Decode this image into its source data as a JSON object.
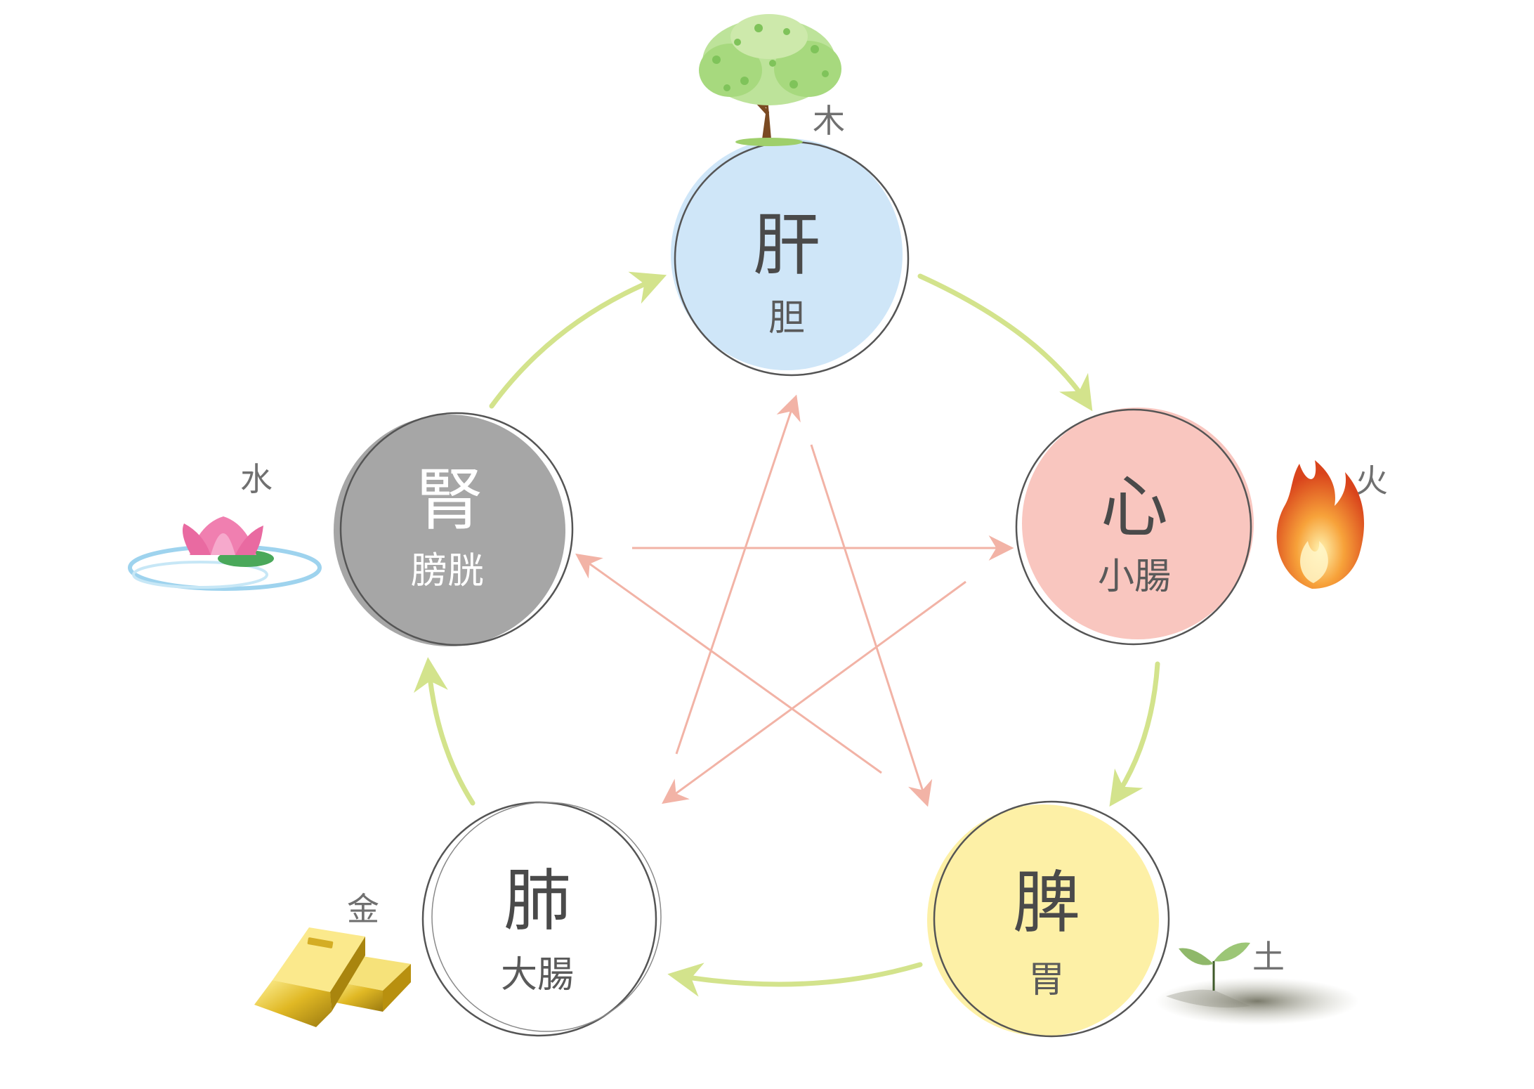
{
  "organs": {
    "wood": {
      "main": "肝",
      "sub": "胆",
      "element": "木",
      "fill": "#cfe6f8",
      "icon": "tree-icon"
    },
    "fire": {
      "main": "心",
      "sub": "小腸",
      "element": "火",
      "fill": "#f9c6bf",
      "icon": "flame-icon"
    },
    "earth": {
      "main": "脾",
      "sub": "胃",
      "element": "土",
      "fill": "#fdf0a6",
      "icon": "sprout-icon"
    },
    "metal": {
      "main": "肺",
      "sub": "大腸",
      "element": "金",
      "fill": "#ffffff",
      "icon": "gold-bar-icon"
    },
    "water": {
      "main": "腎",
      "sub": "膀胱",
      "element": "水",
      "fill": "#a6a6a6",
      "icon": "lotus-icon"
    }
  },
  "colors": {
    "generating_arrow": "#d3e38c",
    "controlling_arrow": "#f2b3a6",
    "outline": "#555555"
  }
}
